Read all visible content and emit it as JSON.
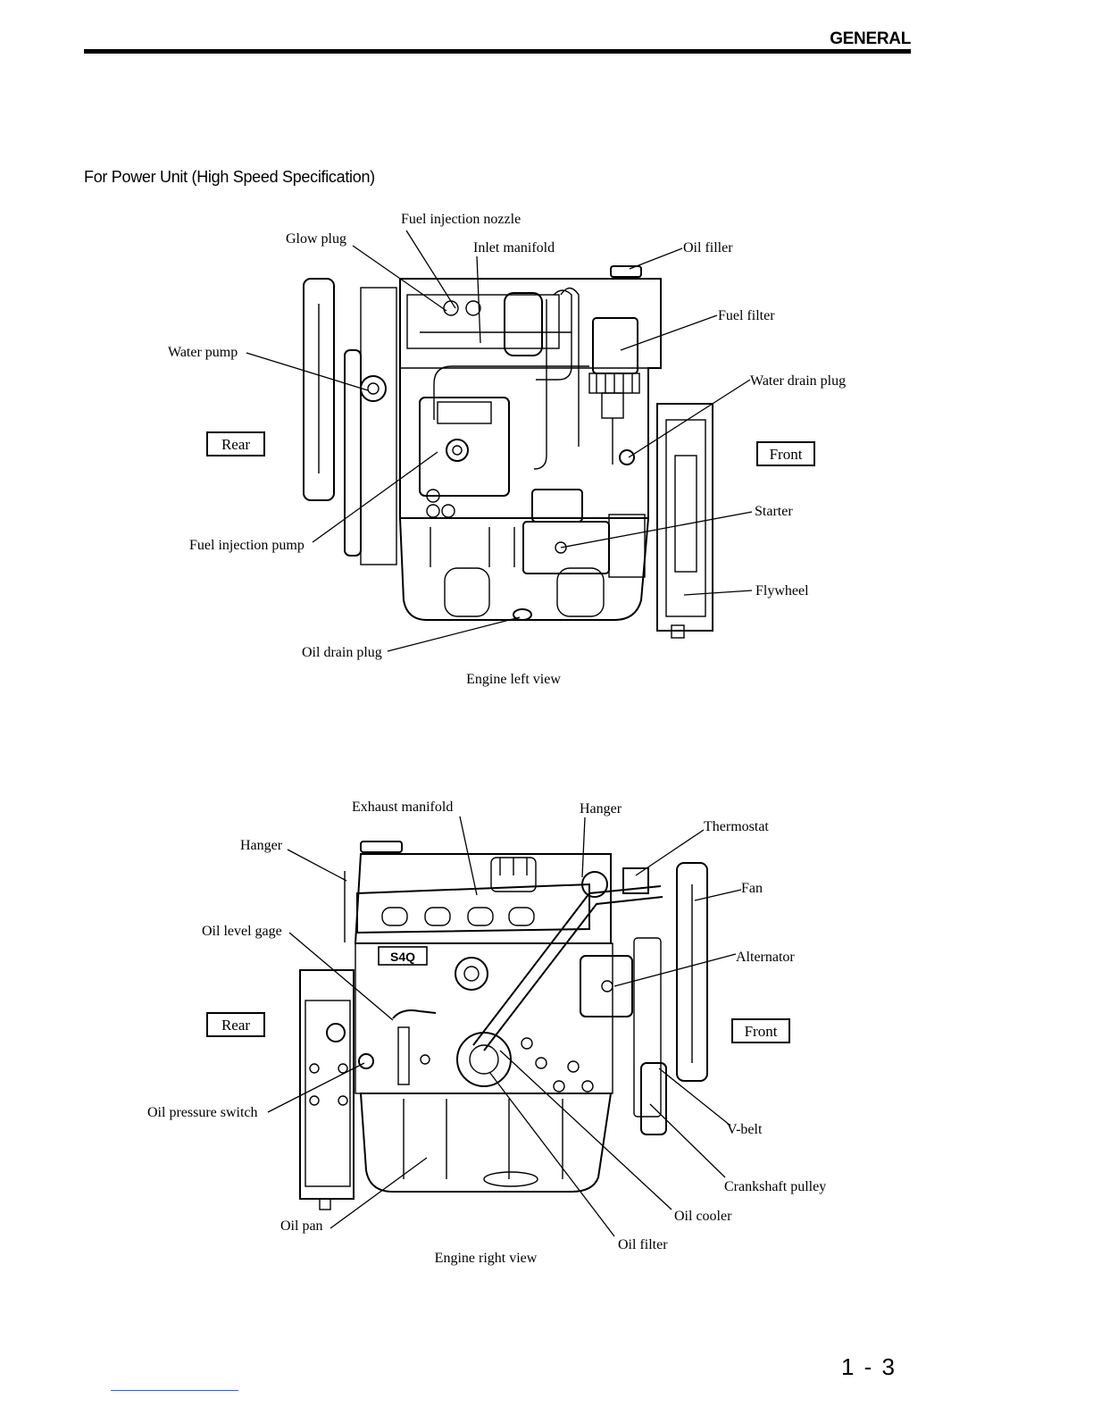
{
  "header": {
    "section": "GENERAL"
  },
  "title": "For Power Unit (High Speed Specification)",
  "figure_left": {
    "caption": "Engine left view",
    "labels": {
      "fuel_injection_nozzle": "Fuel injection nozzle",
      "glow_plug": "Glow plug",
      "inlet_manifold": "Inlet manifold",
      "oil_filler": "Oil filler",
      "fuel_filter": "Fuel filter",
      "water_pump": "Water pump",
      "water_drain_plug": "Water drain plug",
      "rear": "Rear",
      "front": "Front",
      "starter": "Starter",
      "fuel_injection_pump": "Fuel injection pump",
      "flywheel": "Flywheel",
      "oil_drain_plug": "Oil drain plug"
    }
  },
  "figure_right": {
    "caption": "Engine right view",
    "plate_text": "S4Q",
    "labels": {
      "exhaust_manifold": "Exhaust manifold",
      "hanger_top": "Hanger",
      "thermostat": "Thermostat",
      "hanger_left": "Hanger",
      "fan": "Fan",
      "oil_level_gage": "Oil level gage",
      "alternator": "Alternator",
      "rear": "Rear",
      "front": "Front",
      "oil_pressure_switch": "Oil pressure switch",
      "v_belt": "V-belt",
      "crankshaft_pulley": "Crankshaft pulley",
      "oil_cooler": "Oil cooler",
      "oil_pan": "Oil pan",
      "oil_filter": "Oil filter"
    }
  },
  "page_number": "1 - 3"
}
